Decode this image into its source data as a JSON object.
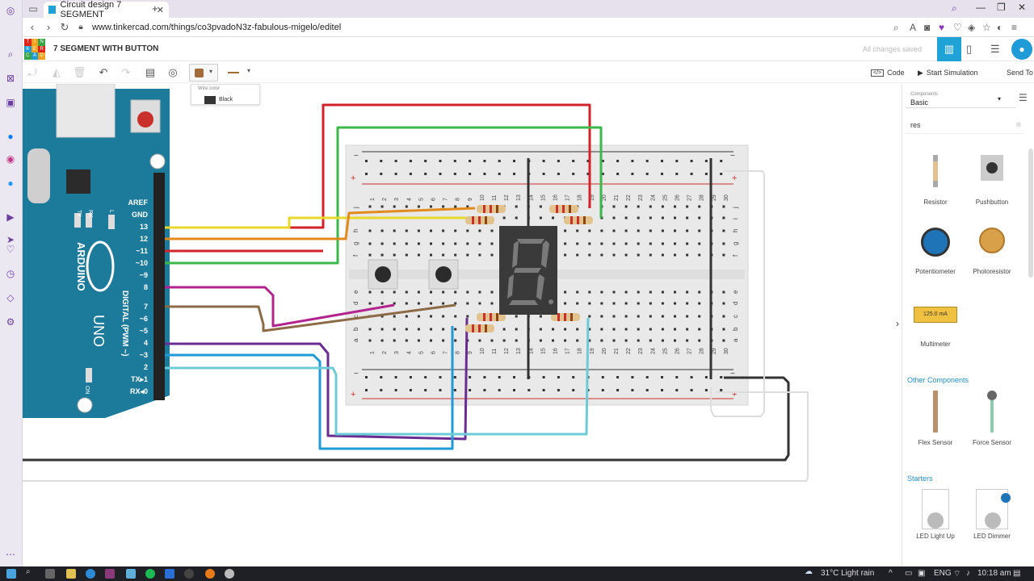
{
  "browser": {
    "tab_title": "Circuit design 7 SEGMENT",
    "url": "www.tinkercad.com/things/co3pvadoN3z-fabulous-migelo/editel"
  },
  "header": {
    "logo_letters": [
      "T",
      "I",
      "N",
      "K",
      "E",
      "R",
      "C",
      "A",
      "D"
    ],
    "title": "7 SEGMENT WITH BUTTON",
    "save_status": "All changes saved"
  },
  "toolbar": {
    "wire_color_label": "Wire color",
    "wire_color_option": "Black",
    "code_label": "Code",
    "start_sim_label": "Start Simulation",
    "send_to_label": "Send To"
  },
  "colors": {
    "accent": "#1fa2d6",
    "wire_red": "#d2232a",
    "wire_green": "#3cb84a",
    "wire_yellow": "#e8d82a",
    "wire_orange": "#e38a1c",
    "wire_magenta": "#b2238e",
    "wire_brown": "#8c6a45",
    "wire_purple": "#6a2c91",
    "wire_blue": "#1e9bd7",
    "wire_lightblue": "#6ccbd6",
    "wire_black": "#333333",
    "arduino": "#1c7a9a"
  },
  "arduino": {
    "brand": "ARDUINO",
    "model": "UNO",
    "on_label": "ON",
    "tx_label": "TX",
    "rx_label": "RX",
    "l_label": "L",
    "digital_label": "DIGITAL (PWM ~)",
    "pins": [
      "AREF",
      "GND",
      "13",
      "12",
      "~11",
      "~10",
      "~9",
      "8",
      "7",
      "~6",
      "~5",
      "4",
      "~3",
      "2",
      "TX▸1",
      "RX◂0"
    ]
  },
  "breadboard": {
    "columns": [
      "1",
      "2",
      "3",
      "4",
      "5",
      "6",
      "7",
      "8",
      "9",
      "10",
      "11",
      "12",
      "13",
      "14",
      "15",
      "16",
      "17",
      "18",
      "19",
      "20",
      "21",
      "22",
      "23",
      "24",
      "25",
      "26",
      "27",
      "28",
      "29",
      "30"
    ],
    "rows_top": [
      "j",
      "i",
      "h",
      "g",
      "f"
    ],
    "rows_bottom": [
      "e",
      "d",
      "c",
      "b",
      "a"
    ],
    "minus": "−",
    "plus": "+"
  },
  "panel": {
    "components_label": "Components",
    "components_value": "Basic",
    "search_value": "res",
    "items": [
      {
        "label": "Resistor"
      },
      {
        "label": "Pushbutton"
      },
      {
        "label": "Potentiometer"
      },
      {
        "label": "Photoresistor"
      },
      {
        "label": "Multimeter",
        "reading": "125.0 mA"
      }
    ],
    "other_label": "Other Components",
    "other_items": [
      {
        "label": "Flex Sensor"
      },
      {
        "label": "Force Sensor"
      }
    ],
    "starters_label": "Starters",
    "starter_items": [
      {
        "label": "LED Light Up"
      },
      {
        "label": "LED Dimmer"
      }
    ]
  },
  "taskbar": {
    "weather": "31°C  Light rain",
    "lang": "ENG",
    "time": "10:18 am"
  }
}
